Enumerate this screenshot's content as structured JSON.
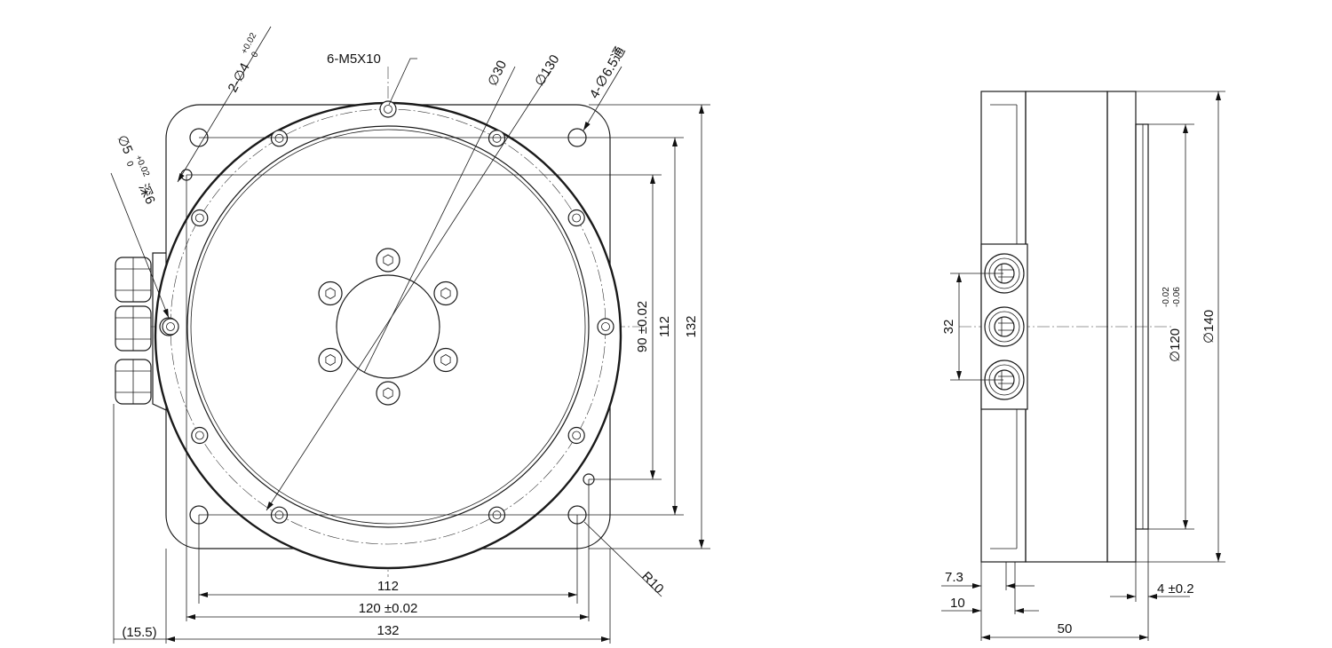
{
  "front_view": {
    "callouts": {
      "threaded_holes": "6-M5X10",
      "pin_holes_top": "2-∅4",
      "pin_holes_top_tol_upper": "+0.02",
      "pin_holes_top_tol_lower": "0",
      "pin_hole_left": "∅5",
      "pin_hole_left_tol_upper": "+0.02",
      "pin_hole_left_tol_lower": "0",
      "pin_hole_left_depth": "深6",
      "bore": "∅30",
      "bolt_circle": "∅130",
      "mount_holes": "4-∅6.5通",
      "corner_radius": "R10"
    },
    "dimensions": {
      "pin_spacing_vertical": "90 ±0.02",
      "hole_spacing_vertical": "112",
      "overall_height": "132",
      "hole_spacing_horizontal": "112",
      "pin_spacing_horizontal": "120 ±0.02",
      "overall_width": "132",
      "connector_offset": "(15.5)"
    }
  },
  "side_view": {
    "dimensions": {
      "connector_pitch": "32",
      "output_flange_diameter": "∅120",
      "output_flange_tol_upper": "-0.02",
      "output_flange_tol_lower": "-0.06",
      "outer_diameter": "∅140",
      "step_7_3": "7.3",
      "step_10": "10",
      "overall_length": "50",
      "flange_thickness": "4 ±0.2"
    }
  }
}
